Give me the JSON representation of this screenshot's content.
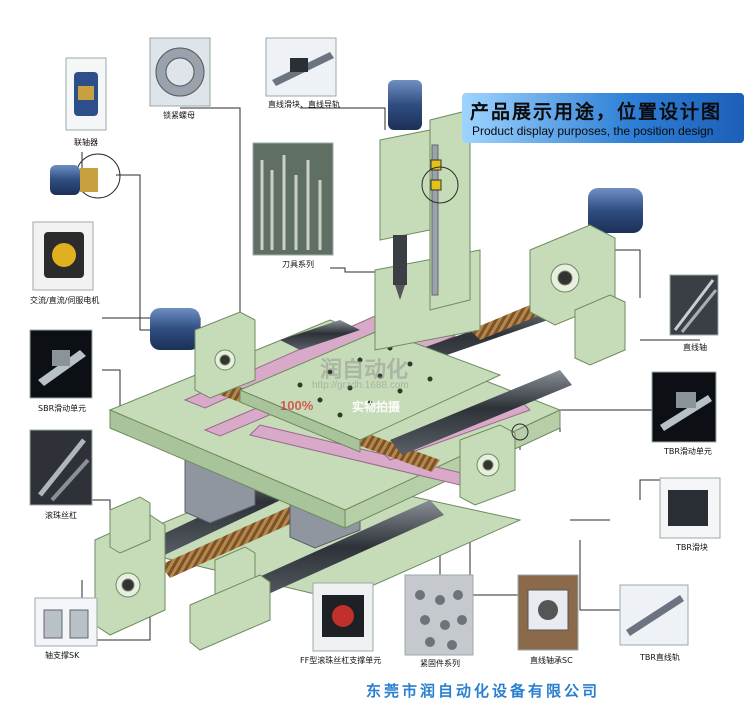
{
  "title": {
    "cn": "产品展示用途，位置设计图",
    "en": "Product display purposes, the position design"
  },
  "watermark": {
    "cn": "润自动化",
    "url": "http://grzdh.1688.com",
    "badge": "100%",
    "real": "实物拍摄"
  },
  "footer": "东莞市润自动化设备有限公司",
  "parts": {
    "coupling": "联轴器",
    "lock_nut": "锁紧螺母",
    "linear_guide": "直线滑块、直线导轨",
    "tools": "刀具系列",
    "servo_motor": "交流/直流/伺服电机",
    "sbr_unit": "SBR滑动单元",
    "ball_screw": "滚珠丝杠",
    "shaft_support": "轴支撑SK",
    "ff_support": "FF型滚珠丝杠支撑单元",
    "fasteners": "紧固件系列",
    "linear_bearing": "直线轴承SC",
    "tbr_rail": "TBR直线轨",
    "tbr_block": "TBR滑块",
    "tbr_unit": "TBR滑动单元",
    "linear_shaft": "直线轴"
  },
  "colors": {
    "frame_green": "#c6dcb8",
    "frame_edge": "#6e8b5e",
    "rail_pink": "#d9a9c9",
    "shaft_gray": "#3b3f46",
    "motor_blue": "#34558a",
    "screw_bronze": "#b7864c",
    "leader_line": "#2b2b2b"
  }
}
